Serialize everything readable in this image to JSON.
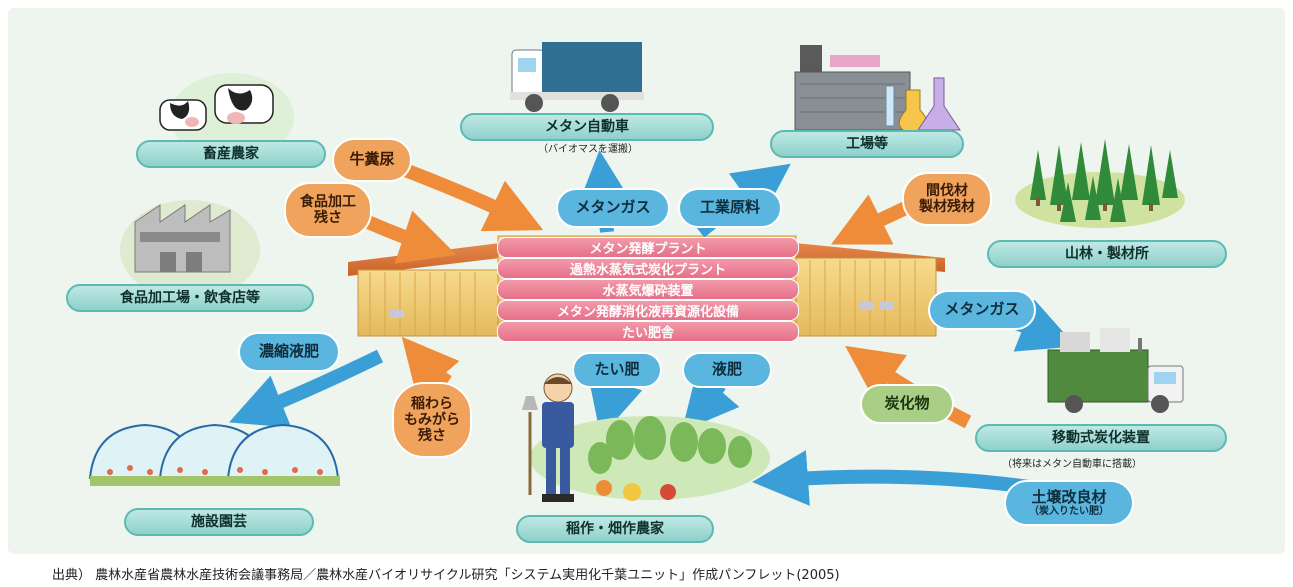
{
  "nodes": {
    "livestock": "畜産農家",
    "food_factory": "食品加工場・飲食店等",
    "greenhouse": "施設園芸",
    "methane_car": "メタン自動車",
    "methane_car_note": "（バイオマスを運搬）",
    "factory": "工場等",
    "forest": "山林・製材所",
    "mobile_carbonizer": "移動式炭化装置",
    "mobile_carbonizer_note": "（将来はメタン自動車に搭載）",
    "farmer": "稲作・畑作農家"
  },
  "plant_facilities": [
    "メタン発酵プラント",
    "過熱水蒸気式炭化プラント",
    "水蒸気爆砕装置",
    "メタン発酵消化液再資源化設備",
    "たい肥舎"
  ],
  "flows": {
    "manure": "牛糞尿",
    "food_residue_line1": "食品加工",
    "food_residue_line2": "残さ",
    "methane_gas_top": "メタンガス",
    "industrial_material": "工業原料",
    "timber_line1": "間伐材",
    "timber_line2": "製材残材",
    "methane_gas_right": "メタンガス",
    "charcoal": "炭化物",
    "soil_improver_line1": "土壌改良材",
    "soil_improver_line2": "（炭入りたい肥）",
    "compost": "たい肥",
    "liquid_fertilizer": "液肥",
    "straw_line1": "稲わら",
    "straw_line2": "もみがら",
    "straw_line3": "残さ",
    "concentrated_fertilizer": "濃縮液肥"
  },
  "colors": {
    "panel_bg": "#eef5ee",
    "blue_arrow": "#3a9fd6",
    "orange_arrow": "#ee8c3a",
    "teal_box": "#8fd1cb",
    "pink_band": "#e67088",
    "green_bubble": "#a9cf86"
  },
  "source": "出典）  農林水産省農林水産技術会議事務局／農林水産バイオリサイクル研究「システム実用化千葉ユニット」作成パンフレット(2005)"
}
